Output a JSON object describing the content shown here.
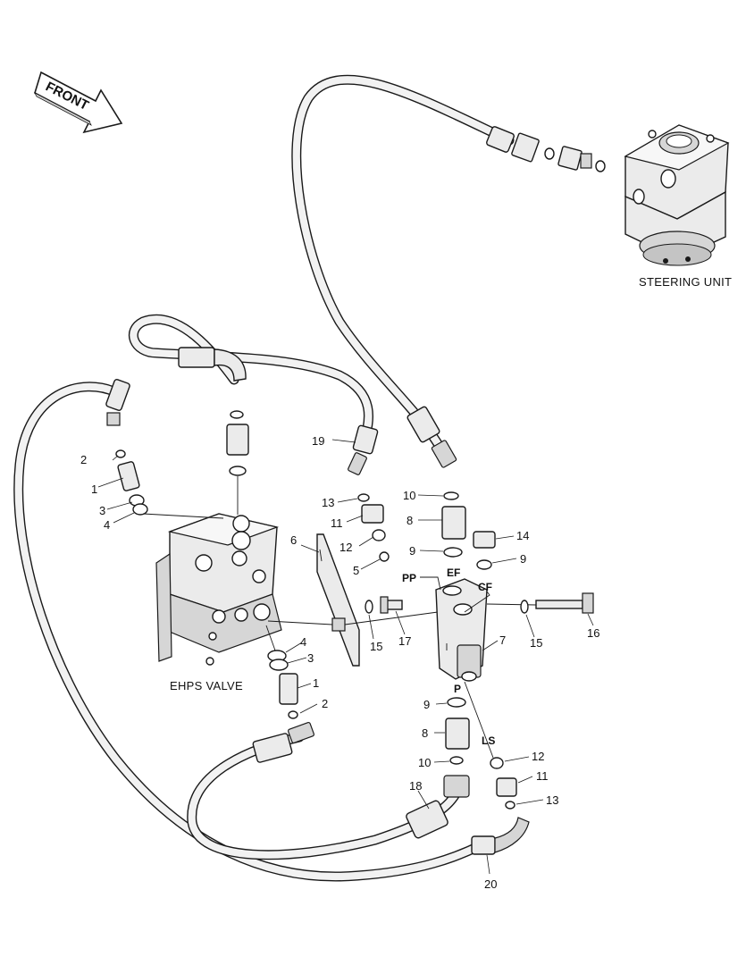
{
  "labels": {
    "front": "FRONT",
    "steering_unit": "STEERING UNIT",
    "ehps_valve": "EHPS VALVE"
  },
  "ports": {
    "pp": "PP",
    "ef": "EF",
    "cf": "CF",
    "p": "P",
    "ls": "LS"
  },
  "callouts": [
    {
      "id": "c-2a",
      "text": "2"
    },
    {
      "id": "c-1a",
      "text": "1"
    },
    {
      "id": "c-3a",
      "text": "3"
    },
    {
      "id": "c-4a",
      "text": "4"
    },
    {
      "id": "c-19",
      "text": "19"
    },
    {
      "id": "c-13a",
      "text": "13"
    },
    {
      "id": "c-11a",
      "text": "11"
    },
    {
      "id": "c-12a",
      "text": "12"
    },
    {
      "id": "c-5",
      "text": "5"
    },
    {
      "id": "c-6",
      "text": "6"
    },
    {
      "id": "c-10a",
      "text": "10"
    },
    {
      "id": "c-8a",
      "text": "8"
    },
    {
      "id": "c-9a",
      "text": "9"
    },
    {
      "id": "c-14",
      "text": "14"
    },
    {
      "id": "c-9b",
      "text": "9"
    },
    {
      "id": "c-15a",
      "text": "15"
    },
    {
      "id": "c-17",
      "text": "17"
    },
    {
      "id": "c-15b",
      "text": "15"
    },
    {
      "id": "c-16",
      "text": "16"
    },
    {
      "id": "c-7",
      "text": "7"
    },
    {
      "id": "c-4b",
      "text": "4"
    },
    {
      "id": "c-3b",
      "text": "3"
    },
    {
      "id": "c-1b",
      "text": "1"
    },
    {
      "id": "c-2b",
      "text": "2"
    },
    {
      "id": "c-9c",
      "text": "9"
    },
    {
      "id": "c-8b",
      "text": "8"
    },
    {
      "id": "c-10b",
      "text": "10"
    },
    {
      "id": "c-12b",
      "text": "12"
    },
    {
      "id": "c-11b",
      "text": "11"
    },
    {
      "id": "c-13b",
      "text": "13"
    },
    {
      "id": "c-18",
      "text": "18"
    },
    {
      "id": "c-20",
      "text": "20"
    }
  ]
}
